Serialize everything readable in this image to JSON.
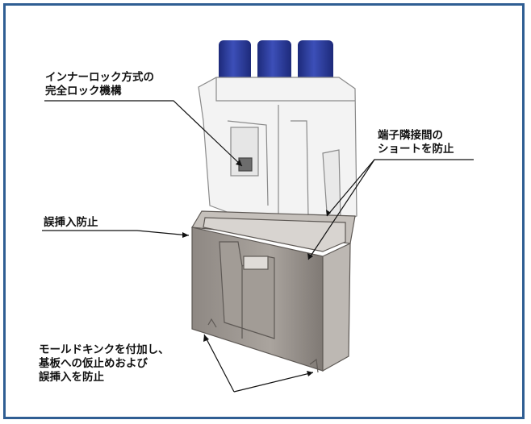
{
  "annotations": {
    "lock_line1": "インナーロック方式の",
    "lock_line2": "完全ロック機構",
    "short_line1": "端子隣接間の",
    "short_line2": "ショートを防止",
    "misinsert": "誤挿入防止",
    "kink_line1": "モールドキンクを付加し、",
    "kink_line2": "基板への仮止めおよび",
    "kink_line3": "誤挿入を防止"
  },
  "colors": {
    "frame": "#2f5e93",
    "wire": "#2e3f9e",
    "housing_top": "#f1f1f1",
    "header": "#9a948e"
  }
}
